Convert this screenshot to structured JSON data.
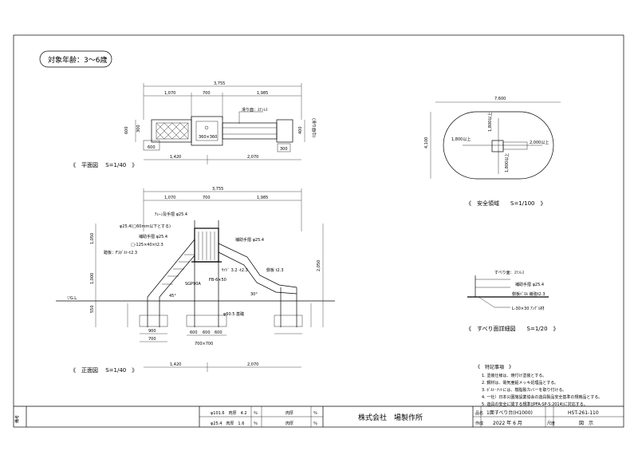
{
  "header": {
    "target_age": "対象年齢：3～6歳"
  },
  "plan_view": {
    "dims": {
      "total": "3,755",
      "d1": "1,070",
      "d2": "700",
      "d3": "1,985",
      "side_600": "600",
      "side_300": "300",
      "lower_600": "600",
      "right_400": "400",
      "right_300": "300",
      "b1": "1,420",
      "b2": "2,070"
    },
    "notes": {
      "slide_surface": "滑り面：ｽﾃﾝﾚｽ",
      "height_label": "(滑り面巾)",
      "platform": "360×360"
    },
    "caption": "《　平面図　 S=1/40　》"
  },
  "safety_zone": {
    "dims": {
      "width": "7,600",
      "height": "4,100",
      "left": "1,800以上",
      "top": "1,800以上",
      "right": "2,000以上",
      "bottom": "1,800以上"
    },
    "caption": "《　安全領域　　S=1/100　》"
  },
  "front_view": {
    "dims": {
      "total": "3,755",
      "d1": "1,070",
      "d2": "700",
      "d3": "1,985",
      "h1": "1,050",
      "h2": "1,000",
      "h3": "550",
      "h_total": "2,050",
      "f1": "900",
      "f2": "700",
      "f3": "600",
      "f4": "600",
      "f5": "600",
      "f6": "700×700",
      "b1": "1,420",
      "b2": "2,070"
    },
    "notes": {
      "handrail_top": "ﾁｪｰﾝ及手摺 φ25.4",
      "pipe1": "φ25.4(□60mm以下とする)",
      "aux_rail": "補助手摺 φ25.4",
      "post": "□-125×40×t2.3",
      "stair": "踏板：Fｽﾎﾞﾙﾄ-t2.3",
      "aux_rail2": "補助手摺 φ25.4",
      "side": "ｻｲﾄﾞ 3.2 -t2.3",
      "side2": "側板 t2.3",
      "pipe_a": "SGP90A",
      "fb": "FB-6×50",
      "angle45": "45°",
      "angle30": "30°",
      "foundation": "φ60.5 基礎",
      "gl": "▽G.L"
    },
    "caption": "《　正面図　 S=1/40　》"
  },
  "detail": {
    "notes": {
      "slide_surface": "すべり面：ｽﾃﾝﾚｽ",
      "rail": "補助手摺 φ25.4",
      "side": "側板ﾊﾟﾈﾙ 補強t2.3",
      "lchannel": "L-30×30 ｱﾝｸﾞﾙ材"
    },
    "caption": "《　すべり面詳細図　　S=1/20　》"
  },
  "remarks": {
    "title": "《　特記事項　》",
    "items": [
      "1. 塗装仕様は、焼付け塗装とする。",
      "2. 鋼材は、電気亜鉛メッキ処理品とする。",
      "3. ﾎﾞﾙﾄ･ﾅｯﾄには、樹脂製カバーを取り付ける。",
      "4. 一社）日本公園施設業協会の遊具製品安全基準の規格品とする。",
      "5. 遊具の安全に関する規準(JPFA-SP-S:2014)に対応する。"
    ]
  },
  "title_block": {
    "remarks_label": "備考",
    "row1": {
      "spec": "φ101.6　肉厚　4.2",
      "unit1": "％",
      "label2": "肉厚",
      "unit2": "％"
    },
    "row2": {
      "spec": "φ25.4　肉厚　1.6",
      "unit1": "％",
      "label2": "肉厚",
      "unit2": "％"
    },
    "company": "株式会社　場製作所",
    "name_label": "品名",
    "name_value": "1面すべり台(H1000)",
    "date_label": "作成",
    "date_value": "2022 年 6 月",
    "drawing_no": "HST-261-110",
    "scale_label": "尺度",
    "scale_value": "図　示"
  }
}
